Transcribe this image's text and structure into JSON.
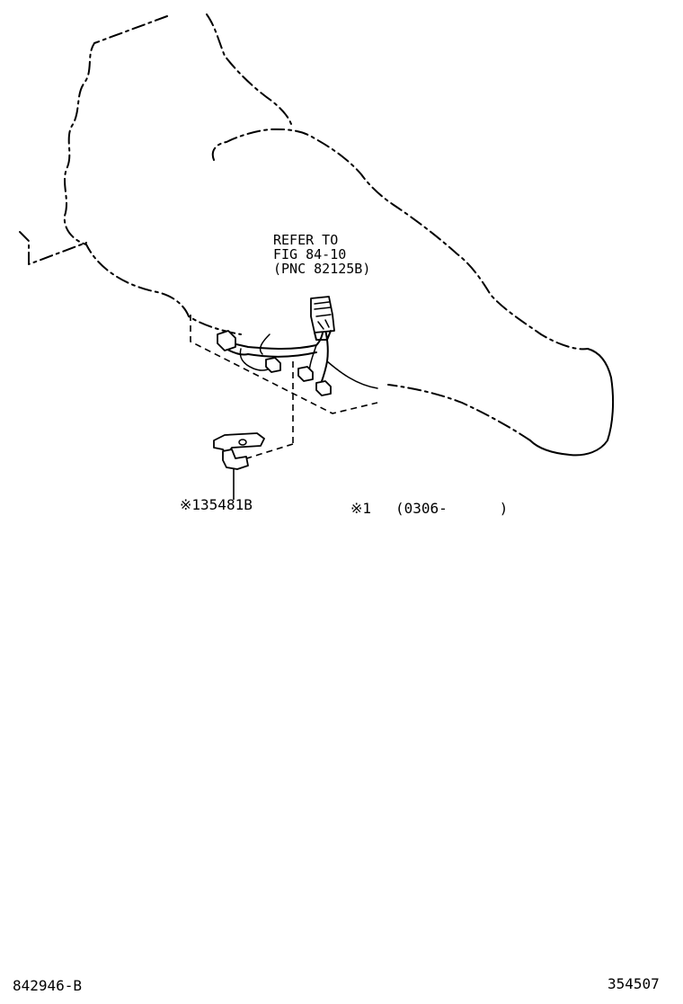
{
  "callouts": {
    "refer_line1": "REFER TO",
    "refer_line2": "FIG 84-10",
    "refer_line3": "(PNC 82125B)",
    "part_number": "※135481B",
    "note_marker": "※1",
    "note_range": "(0306-      )"
  },
  "footer": {
    "illustration_code": "842946-B",
    "catalog_number": "354507"
  },
  "icons": {
    "transmission": "transmission-housing-outline",
    "connector": "wire-harness-connector",
    "bracket": "harness-clamp-bracket"
  }
}
